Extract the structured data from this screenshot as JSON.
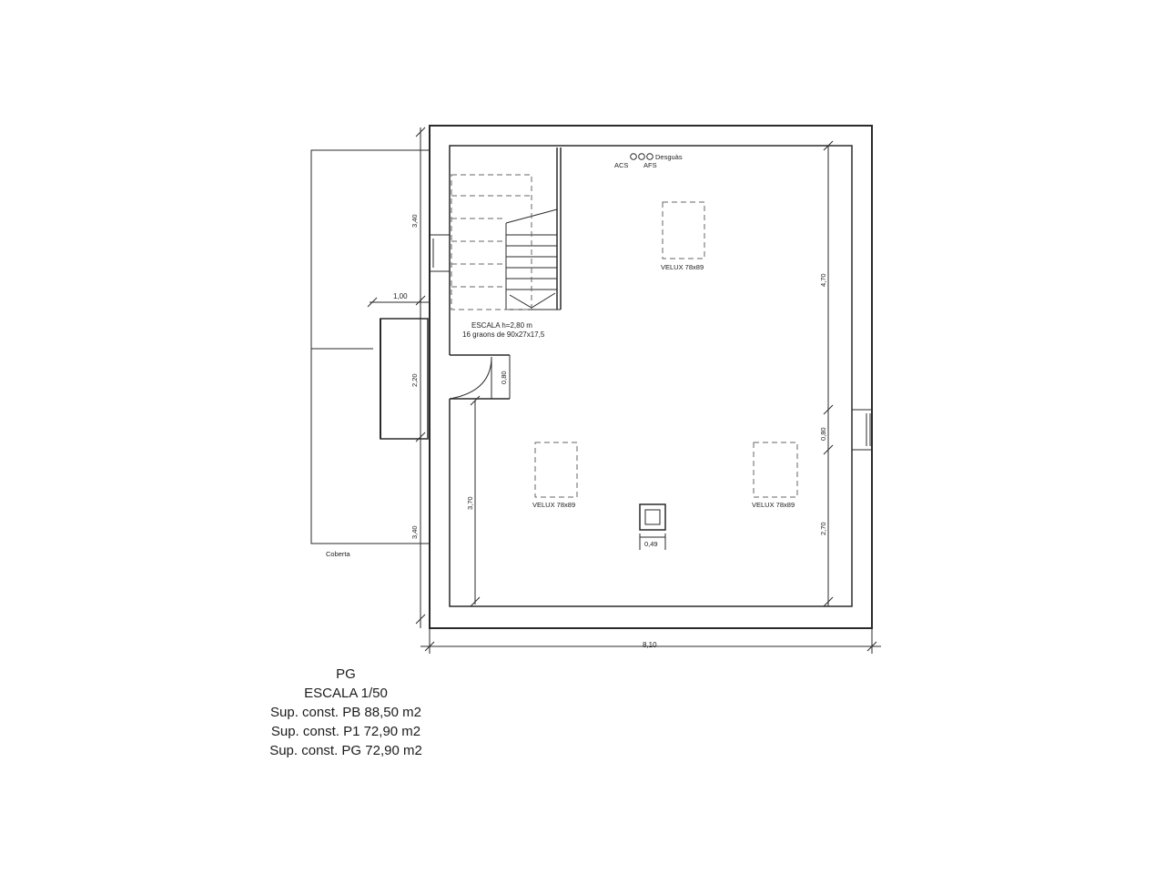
{
  "plan": {
    "roof_label": "Coberta",
    "stair_label_1": "ESCALA h=2,80 m",
    "stair_label_2": "16 graons de 90x27x17,5",
    "utility_labels": {
      "acs": "ACS",
      "afs": "AFS",
      "drain": "Desguàs"
    },
    "skylights": [
      {
        "label": "VELUX 78x89"
      },
      {
        "label": "VELUX 78x89"
      },
      {
        "label": "VELUX 78x89"
      }
    ],
    "dimensions": {
      "roof_width_top": "1,00",
      "roof_height_top": "3,40",
      "roof_height_middle": "2,20",
      "roof_height_bottom": "3,40",
      "door_width": "0,80",
      "left_interior_height": "3,70",
      "right_interior_top": "4,70",
      "right_window": "0,80",
      "right_interior_bottom": "2,70",
      "chimney_width": "0,49",
      "total_width": "8,10"
    }
  },
  "legend": {
    "level": "PG",
    "scale": "ESCALA 1/50",
    "area_pb": "Sup. const. PB 88,50 m2",
    "area_p1": "Sup. const. P1 72,90 m2",
    "area_pg": "Sup. const. PG 72,90 m2"
  }
}
